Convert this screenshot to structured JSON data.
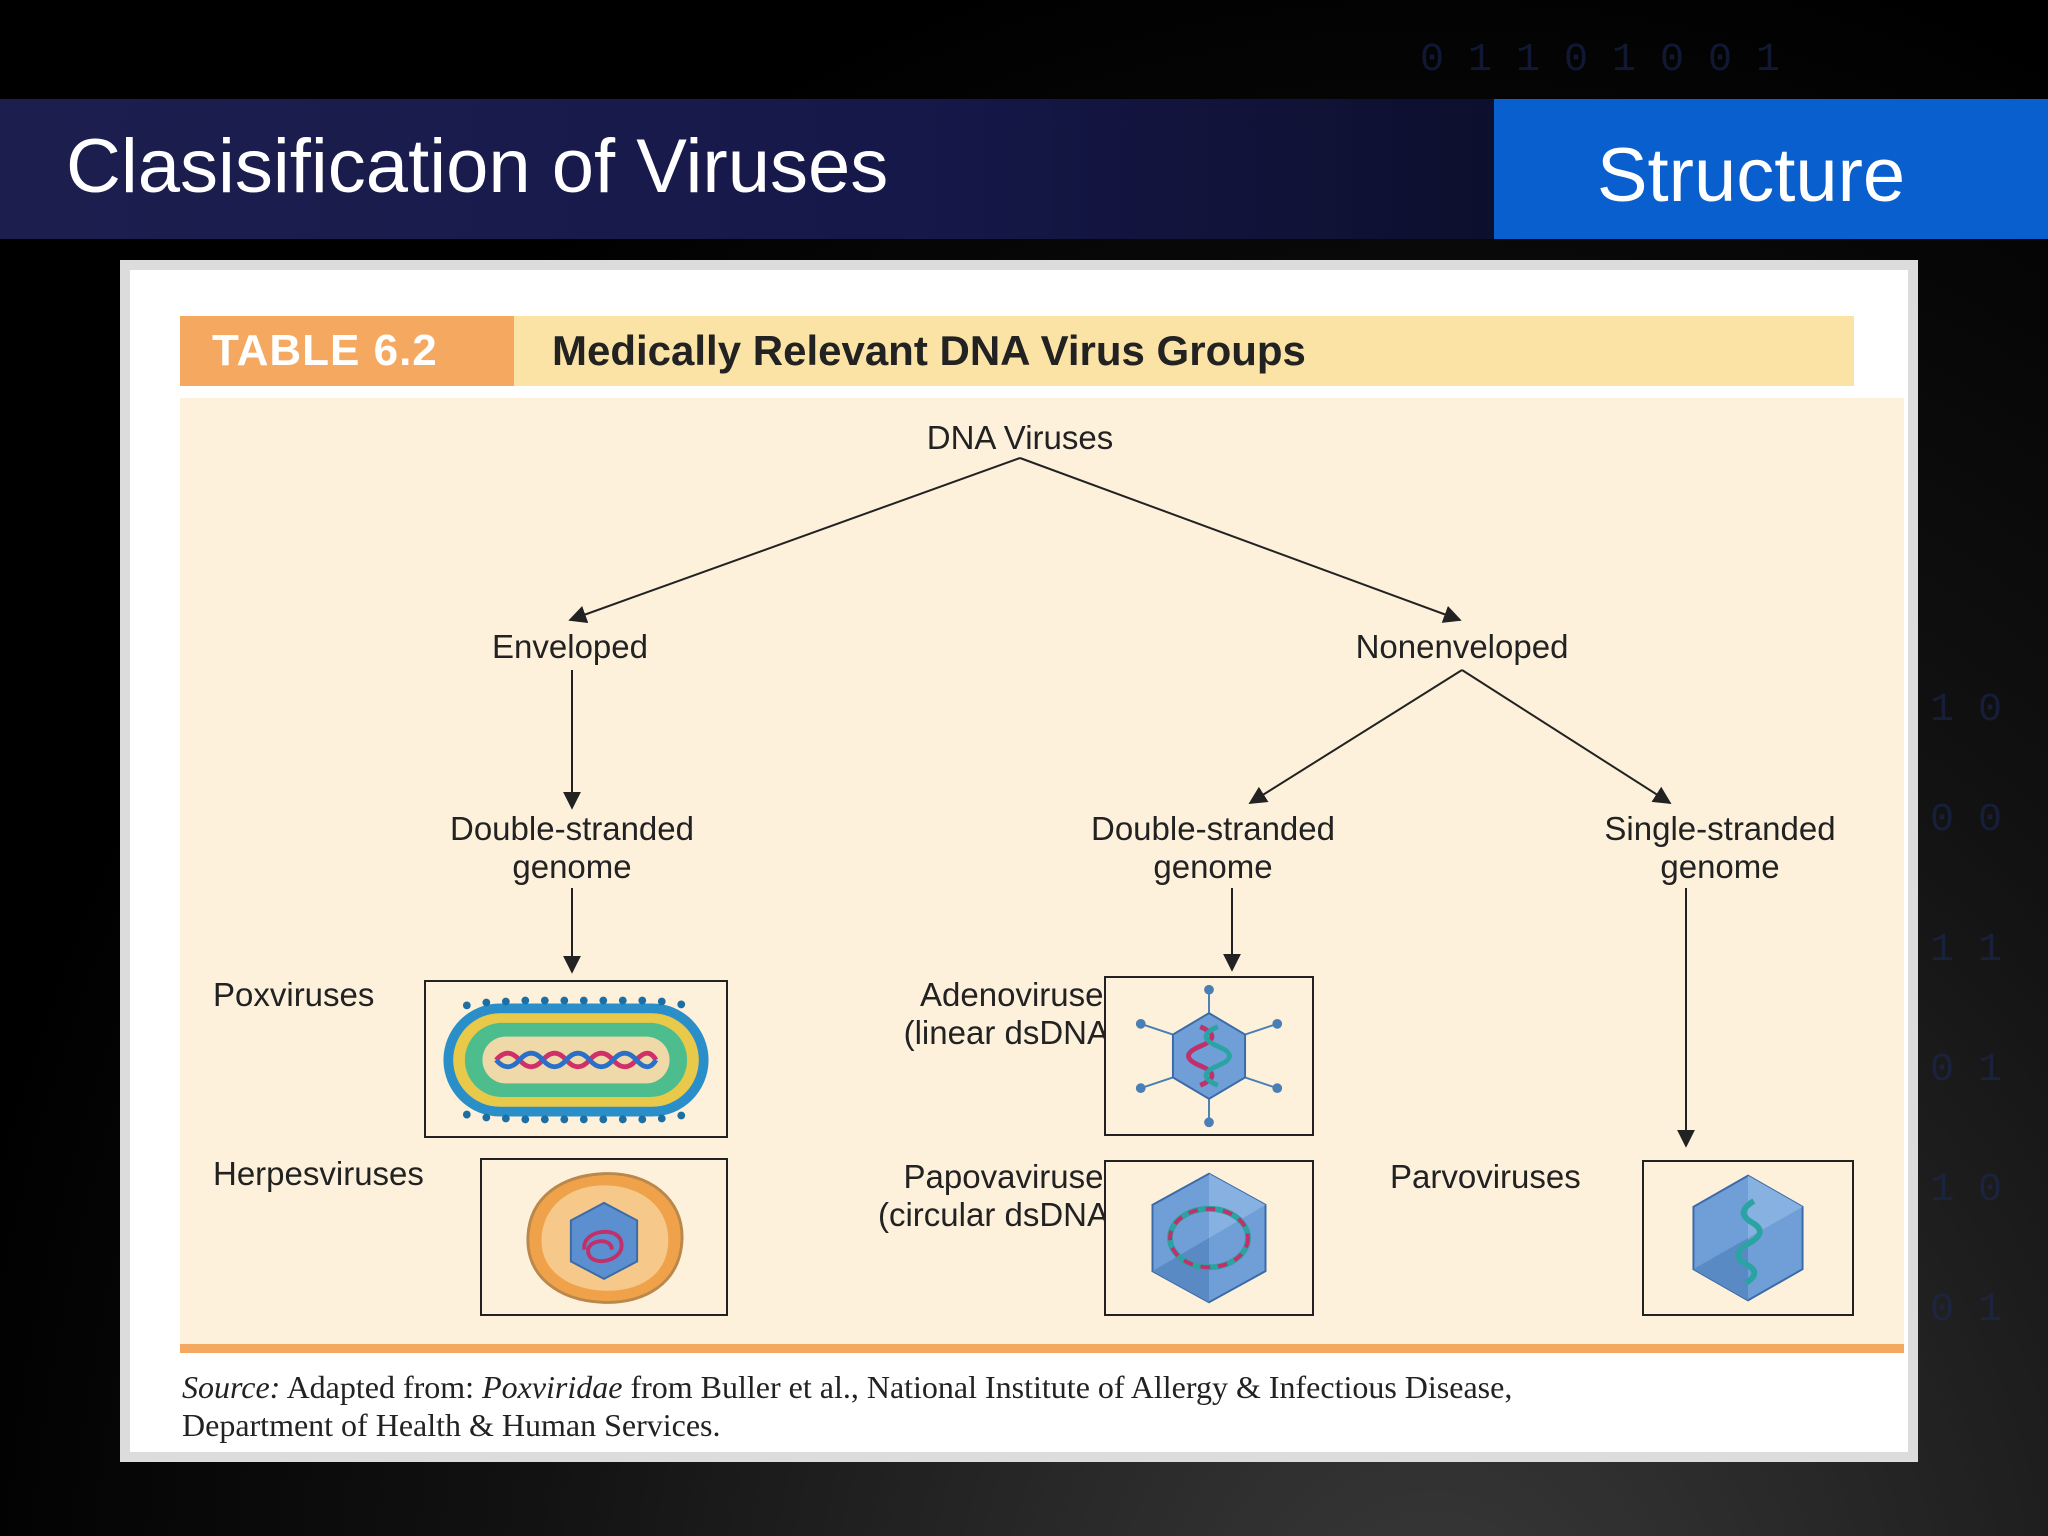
{
  "slide": {
    "title": "Clasisification of Viruses",
    "tab": "Structure"
  },
  "table": {
    "tag": "TABLE 6.2",
    "heading": "Medically Relevant DNA Virus Groups",
    "source_label": "Source:",
    "source_pre": "Adapted from:",
    "source_italic": "Poxviridae",
    "source_rest": "from Buller et al., National Institute of Allergy & Infectious Disease,",
    "source_line2": "Department of Health & Human Services."
  },
  "diagram": {
    "root": "DNA Viruses",
    "enveloped": "Enveloped",
    "nonenveloped": "Nonenveloped",
    "env_double": {
      "line1": "Double-stranded",
      "line2": "genome"
    },
    "non_double": {
      "line1": "Double-stranded",
      "line2": "genome"
    },
    "non_single": {
      "line1": "Single-stranded",
      "line2": "genome"
    },
    "leaves": {
      "pox": "Poxviruses",
      "herpes": "Herpesviruses",
      "adeno": {
        "line1": "Adenoviruses",
        "line2": "(linear dsDNA)"
      },
      "papova": {
        "line1": "Papovaviruses",
        "line2": "(circular dsDNA)"
      },
      "parvo": "Parvoviruses"
    }
  },
  "colors": {
    "tag_orange": "#f5a860",
    "heading_yellow": "#fbe3a6",
    "panel_cream": "#fdf1dc",
    "tab_blue": "#0a5fce"
  }
}
